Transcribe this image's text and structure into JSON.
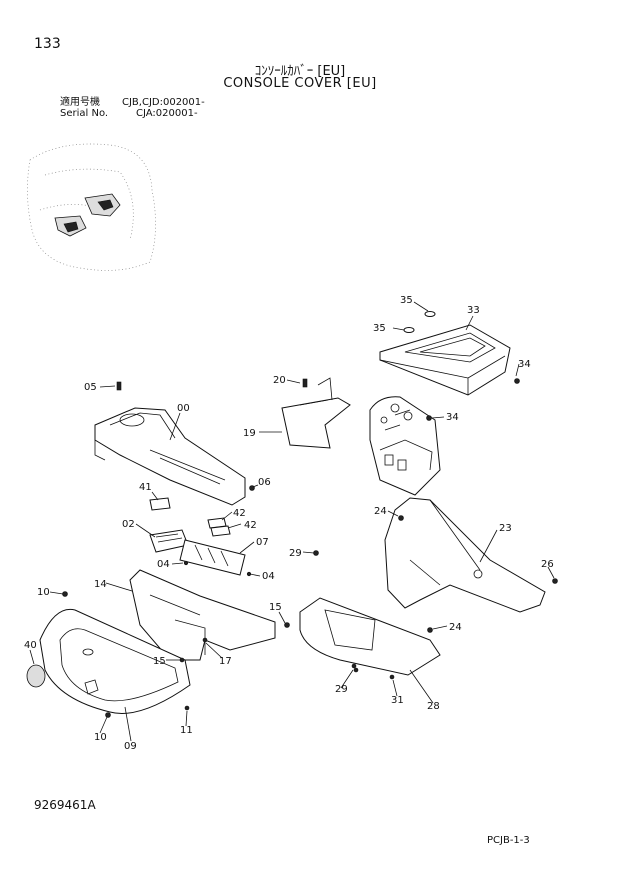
{
  "header": {
    "page_number": "133",
    "title_jp": "ｺﾝｿｰﾙｶﾊﾞｰ [EU]",
    "title_en": "CONSOLE COVER [EU]",
    "serial_label_jp": "適用号機",
    "serial_value_1": "CJB,CJD:002001-",
    "serial_label_en": "Serial No.",
    "serial_value_2": "CJA:020001-"
  },
  "footer": {
    "document_code": "9269461A",
    "sheet_code": "PCJB-1-3"
  },
  "callouts": [
    "35",
    "33",
    "35",
    "34",
    "05",
    "00",
    "20",
    "19",
    "34",
    "41",
    "06",
    "24",
    "23",
    "42",
    "02",
    "42",
    "07",
    "29",
    "26",
    "04",
    "04",
    "10",
    "14",
    "15",
    "40",
    "24",
    "15",
    "17",
    "29",
    "31",
    "28",
    "10",
    "09",
    "11"
  ]
}
